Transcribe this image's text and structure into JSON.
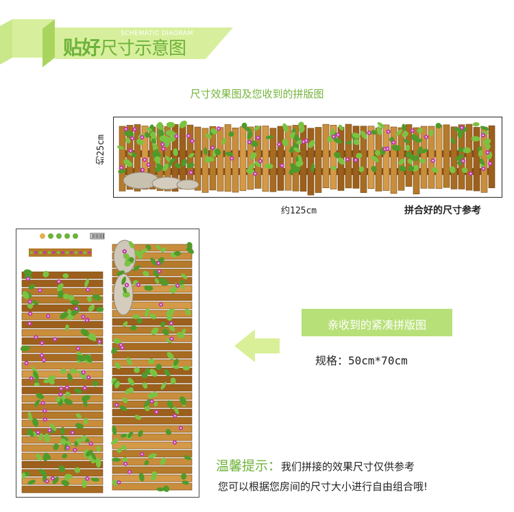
{
  "banner": {
    "title_main": "贴好",
    "title_sub": "尺寸示意图",
    "subtitle_en": "SCHEMATIC DIAGRAM",
    "accent_color": "#6db23a",
    "light_color": "#d7ef9c"
  },
  "caption": "尺寸效果图及您收到的拼版图",
  "assembled": {
    "height_label": "约25cm",
    "width_label": "约125cm",
    "reference_label": "拼合好的尺寸参考"
  },
  "received": {
    "label": "亲收到的紧凑拼版图",
    "spec_prefix": "规格：",
    "spec_value": "50cm*70cm",
    "box_color": "#b8e078",
    "arrow_color": "#d9f099"
  },
  "tips": {
    "prefix": "温馨提示：",
    "line1": "我们拼接的效果尺寸仅供参考",
    "line2": "您可以根据您房间的尺寸大小进行自由组合哦!"
  },
  "icons": {
    "arrow": "left-arrow-icon"
  }
}
